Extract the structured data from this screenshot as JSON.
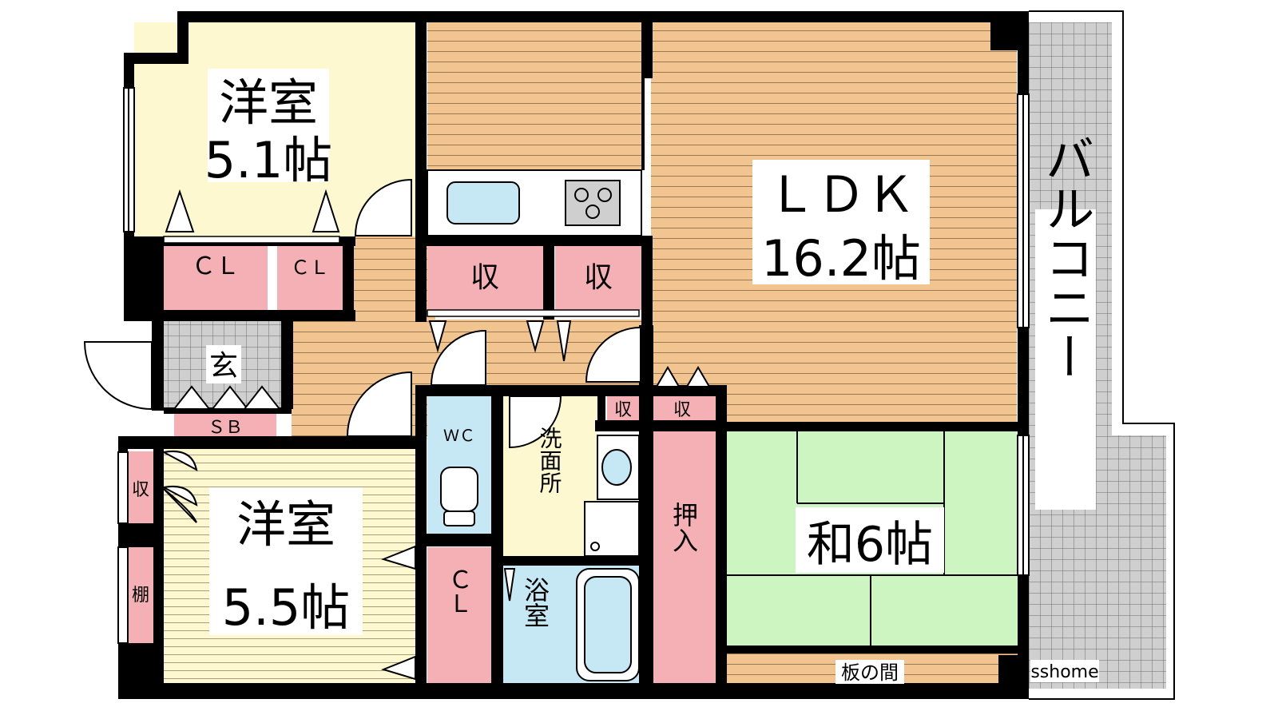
{
  "rooms": {
    "western1": {
      "name": "洋室",
      "size": "5.1帖"
    },
    "western2": {
      "name": "洋室",
      "size": "5.5帖"
    },
    "ldk": {
      "name": "ＬＤＫ",
      "size": "16.2帖"
    },
    "japanese": {
      "label": "和6帖"
    },
    "balcony": {
      "label": "バルコニー"
    },
    "entrance": {
      "label": "玄"
    },
    "shoebox": {
      "label": "ＳＢ"
    },
    "wc": {
      "label": "ＷＣ"
    },
    "washroom": {
      "label": "洗面所"
    },
    "bath": {
      "label": "浴室"
    },
    "oshiire": {
      "label": "押入"
    },
    "itanoma": {
      "label": "板の間"
    }
  },
  "storage": {
    "cl_a": "ＣＬ",
    "cl_b": "ＣＬ",
    "cl_c": "ＣＬ",
    "shu_a": "収",
    "shu_b": "収",
    "shu_c": "収",
    "shu_d": "収",
    "shu_e": "収",
    "tana": "棚"
  },
  "watermark": "sshome",
  "colors": {
    "wall": "#000000",
    "wood": "#f2c48f",
    "wood_line": "#9a7a55",
    "yellow_room": "#fdf8d0",
    "storage_pink": "#f5b0b5",
    "tatami": "#ccf5c2",
    "water_blue": "#c6e8f5",
    "tile_gray": "#cfcfcf"
  }
}
